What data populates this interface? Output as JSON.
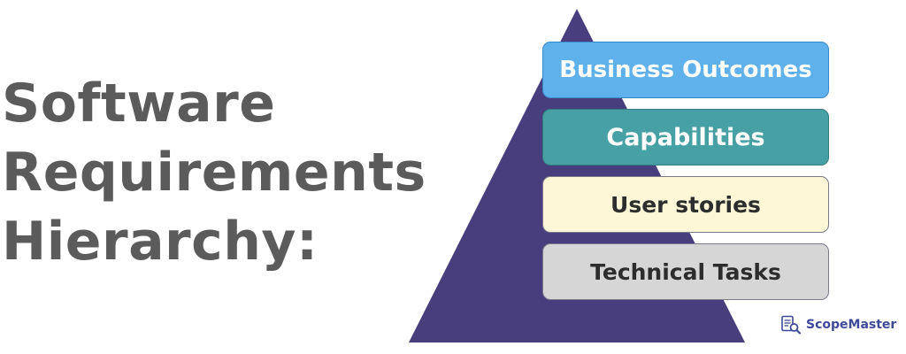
{
  "title": {
    "line1": "Software",
    "line2": "Requirements",
    "line3": "Hierarchy:"
  },
  "hierarchy": [
    {
      "label": "Business Outcomes",
      "color": "#5fb1ec"
    },
    {
      "label": "Capabilities",
      "color": "#46a0a4"
    },
    {
      "label": "User stories",
      "color": "#fdf7d7"
    },
    {
      "label": "Technical Tasks",
      "color": "#d6d6d6"
    }
  ],
  "pyramid_color": "#483e7e",
  "logo": {
    "text": "ScopeMaster",
    "icon": "document-scope-icon",
    "color": "#3d4a99"
  }
}
